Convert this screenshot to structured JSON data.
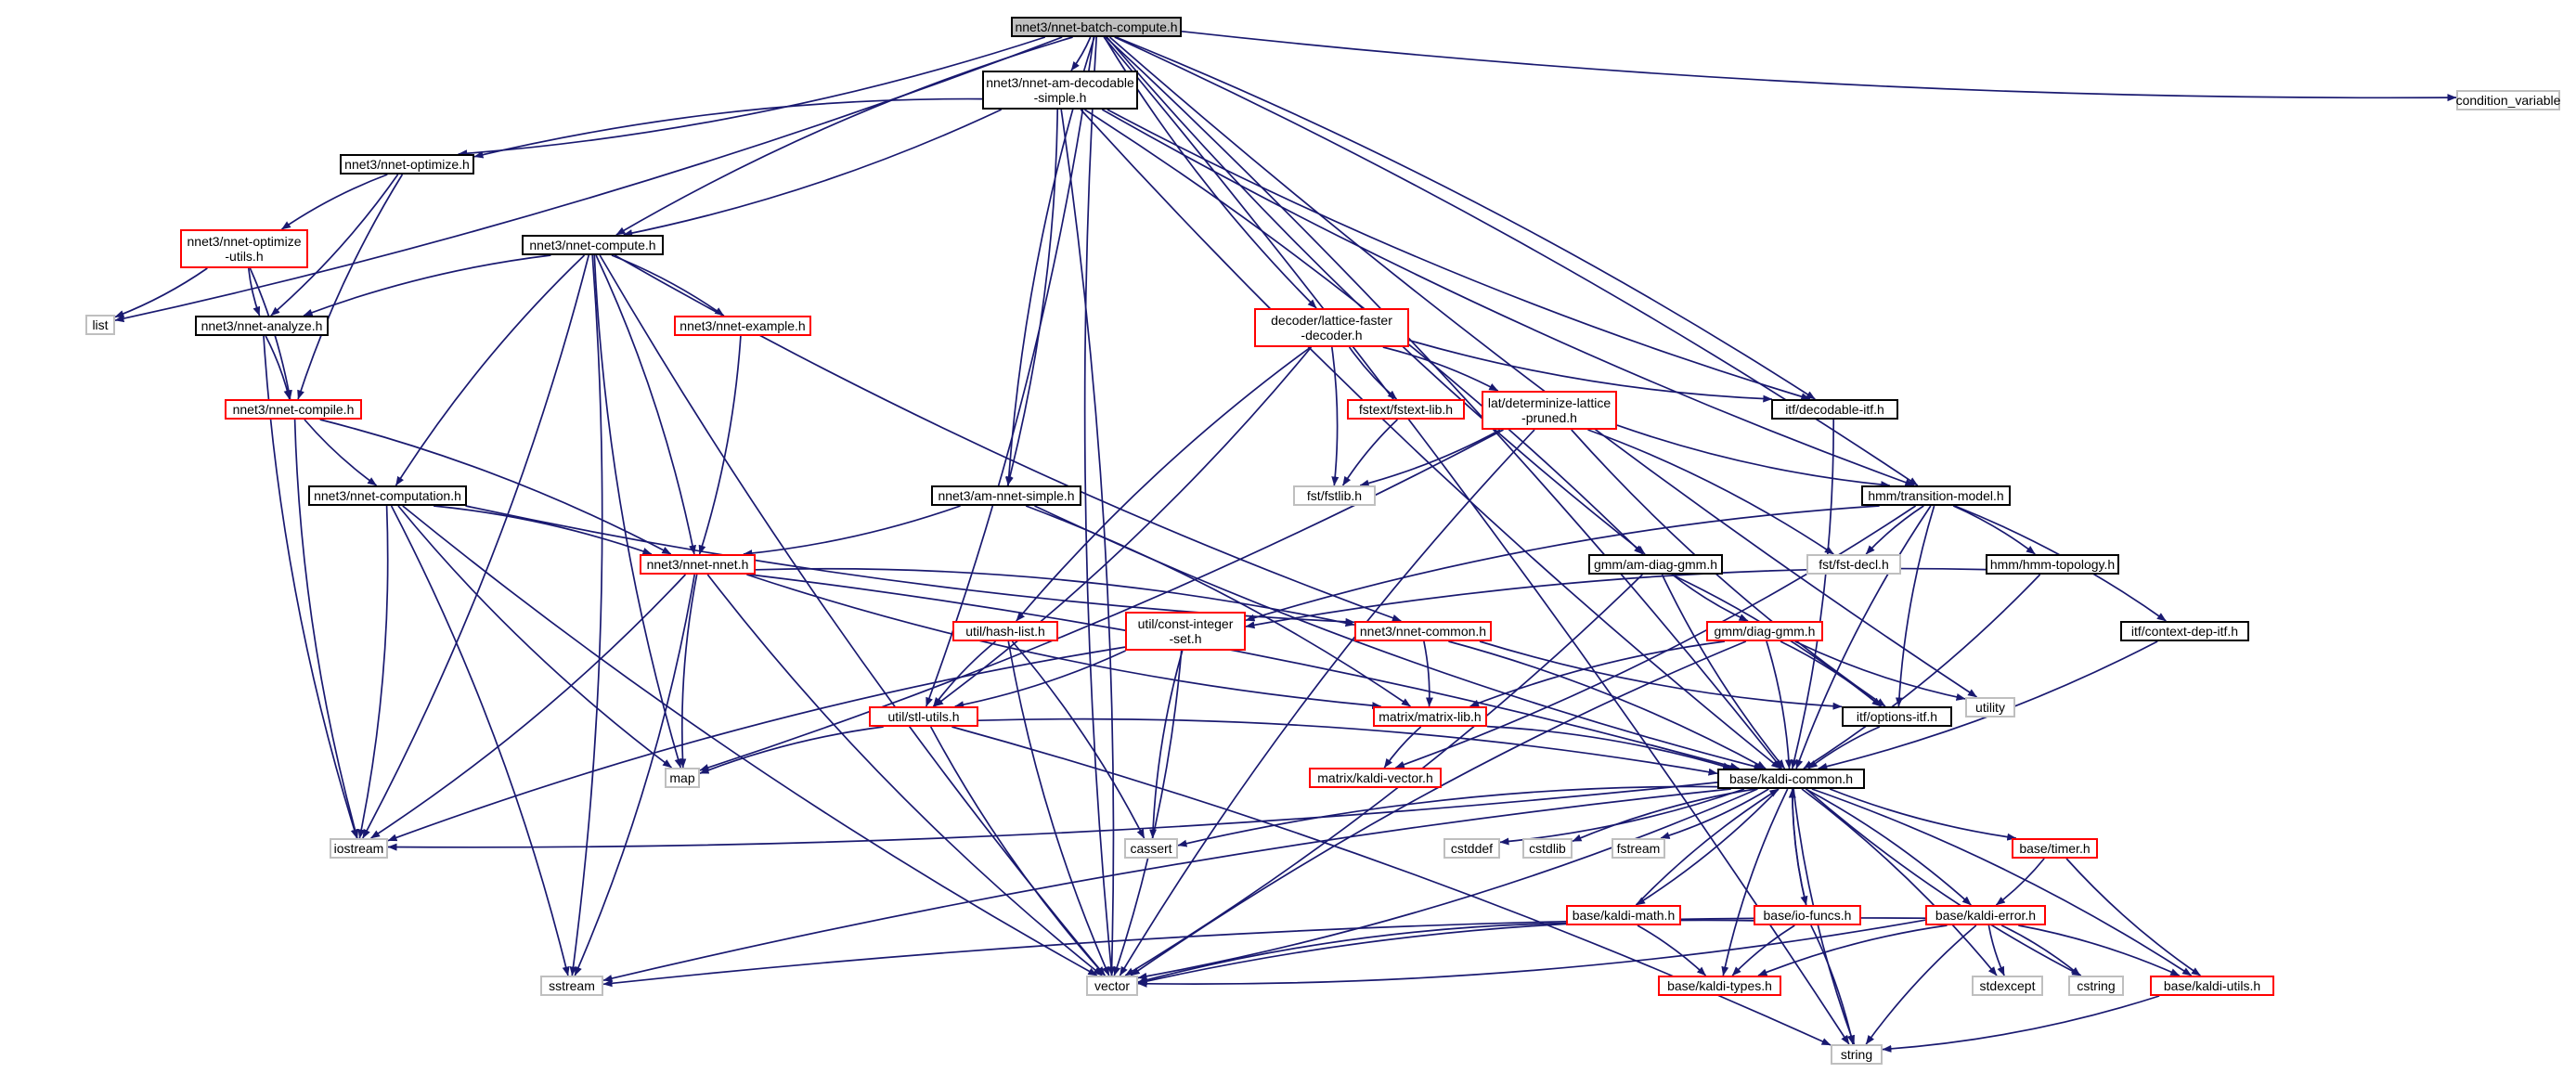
{
  "colors": {
    "edge": "#191970",
    "root_fill": "#bfbfbf",
    "root_border": "#000000",
    "normal_border": "#000000",
    "incomplete_border": "#ff0000",
    "system_border": "#bfbfbf",
    "text": "#000000"
  },
  "nodes": [
    {
      "id": "root",
      "label": [
        "nnet3/nnet-batch-compute.h"
      ],
      "kind": "root"
    },
    {
      "id": "amdec",
      "label": [
        "nnet3/nnet-am-decodable",
        "-simple.h"
      ],
      "kind": "normal"
    },
    {
      "id": "condvar",
      "label": [
        "condition_variable"
      ],
      "kind": "system"
    },
    {
      "id": "optimize",
      "label": [
        "nnet3/nnet-optimize.h"
      ],
      "kind": "normal"
    },
    {
      "id": "optutils",
      "label": [
        "nnet3/nnet-optimize",
        "-utils.h"
      ],
      "kind": "incomplete"
    },
    {
      "id": "compute",
      "label": [
        "nnet3/nnet-compute.h"
      ],
      "kind": "normal"
    },
    {
      "id": "list",
      "label": [
        "list"
      ],
      "kind": "system"
    },
    {
      "id": "analyze",
      "label": [
        "nnet3/nnet-analyze.h"
      ],
      "kind": "normal"
    },
    {
      "id": "example",
      "label": [
        "nnet3/nnet-example.h"
      ],
      "kind": "incomplete"
    },
    {
      "id": "latfaster",
      "label": [
        "decoder/lattice-faster",
        "-decoder.h"
      ],
      "kind": "incomplete"
    },
    {
      "id": "fstextlib",
      "label": [
        "fstext/fstext-lib.h"
      ],
      "kind": "incomplete"
    },
    {
      "id": "detlat",
      "label": [
        "lat/determinize-lattice",
        "-pruned.h"
      ],
      "kind": "incomplete"
    },
    {
      "id": "decitf",
      "label": [
        "itf/decodable-itf.h"
      ],
      "kind": "normal"
    },
    {
      "id": "compile",
      "label": [
        "nnet3/nnet-compile.h"
      ],
      "kind": "incomplete"
    },
    {
      "id": "computation",
      "label": [
        "nnet3/nnet-computation.h"
      ],
      "kind": "normal"
    },
    {
      "id": "amsimple",
      "label": [
        "nnet3/am-nnet-simple.h"
      ],
      "kind": "normal"
    },
    {
      "id": "fstlib",
      "label": [
        "fst/fstlib.h"
      ],
      "kind": "system"
    },
    {
      "id": "transmodel",
      "label": [
        "hmm/transition-model.h"
      ],
      "kind": "normal"
    },
    {
      "id": "nnet",
      "label": [
        "nnet3/nnet-nnet.h"
      ],
      "kind": "incomplete"
    },
    {
      "id": "amdiag",
      "label": [
        "gmm/am-diag-gmm.h"
      ],
      "kind": "normal"
    },
    {
      "id": "fstdecl",
      "label": [
        "fst/fst-decl.h"
      ],
      "kind": "system"
    },
    {
      "id": "topology",
      "label": [
        "hmm/hmm-topology.h"
      ],
      "kind": "normal"
    },
    {
      "id": "hashlist",
      "label": [
        "util/hash-list.h"
      ],
      "kind": "incomplete"
    },
    {
      "id": "constint",
      "label": [
        "util/const-integer",
        "-set.h"
      ],
      "kind": "incomplete"
    },
    {
      "id": "common",
      "label": [
        "nnet3/nnet-common.h"
      ],
      "kind": "incomplete"
    },
    {
      "id": "diaggmm",
      "label": [
        "gmm/diag-gmm.h"
      ],
      "kind": "incomplete"
    },
    {
      "id": "ctxdep",
      "label": [
        "itf/context-dep-itf.h"
      ],
      "kind": "normal"
    },
    {
      "id": "stlutils",
      "label": [
        "util/stl-utils.h"
      ],
      "kind": "incomplete"
    },
    {
      "id": "matrixlib",
      "label": [
        "matrix/matrix-lib.h"
      ],
      "kind": "incomplete"
    },
    {
      "id": "utility",
      "label": [
        "utility"
      ],
      "kind": "system"
    },
    {
      "id": "optionsitf",
      "label": [
        "itf/options-itf.h"
      ],
      "kind": "normal"
    },
    {
      "id": "map",
      "label": [
        "map"
      ],
      "kind": "system"
    },
    {
      "id": "kaldivector",
      "label": [
        "matrix/kaldi-vector.h"
      ],
      "kind": "incomplete"
    },
    {
      "id": "kaldicommon",
      "label": [
        "base/kaldi-common.h"
      ],
      "kind": "normal"
    },
    {
      "id": "iostream",
      "label": [
        "iostream"
      ],
      "kind": "system"
    },
    {
      "id": "cassert",
      "label": [
        "cassert"
      ],
      "kind": "system"
    },
    {
      "id": "cstddef",
      "label": [
        "cstddef"
      ],
      "kind": "system"
    },
    {
      "id": "cstdlib",
      "label": [
        "cstdlib"
      ],
      "kind": "system"
    },
    {
      "id": "fstream",
      "label": [
        "fstream"
      ],
      "kind": "system"
    },
    {
      "id": "timer",
      "label": [
        "base/timer.h"
      ],
      "kind": "incomplete"
    },
    {
      "id": "kaldimath",
      "label": [
        "base/kaldi-math.h"
      ],
      "kind": "incomplete"
    },
    {
      "id": "iofuncs",
      "label": [
        "base/io-funcs.h"
      ],
      "kind": "incomplete"
    },
    {
      "id": "kaldierror",
      "label": [
        "base/kaldi-error.h"
      ],
      "kind": "incomplete"
    },
    {
      "id": "sstream",
      "label": [
        "sstream"
      ],
      "kind": "system"
    },
    {
      "id": "vector",
      "label": [
        "vector"
      ],
      "kind": "system"
    },
    {
      "id": "kalditypes",
      "label": [
        "base/kaldi-types.h"
      ],
      "kind": "incomplete"
    },
    {
      "id": "stdexcept",
      "label": [
        "stdexcept"
      ],
      "kind": "system"
    },
    {
      "id": "cstring",
      "label": [
        "cstring"
      ],
      "kind": "system"
    },
    {
      "id": "kaldiutils",
      "label": [
        "base/kaldi-utils.h"
      ],
      "kind": "incomplete"
    },
    {
      "id": "string",
      "label": [
        "string"
      ],
      "kind": "system"
    }
  ],
  "edges": [
    [
      "root",
      "amdec"
    ],
    [
      "root",
      "condvar"
    ],
    [
      "root",
      "optimize"
    ],
    [
      "root",
      "compute"
    ],
    [
      "root",
      "list"
    ],
    [
      "root",
      "latfaster"
    ],
    [
      "root",
      "decitf"
    ],
    [
      "root",
      "amsimple"
    ],
    [
      "root",
      "transmodel"
    ],
    [
      "root",
      "amdiag"
    ],
    [
      "root",
      "stlutils"
    ],
    [
      "root",
      "utility"
    ],
    [
      "root",
      "kaldicommon"
    ],
    [
      "root",
      "vector"
    ],
    [
      "root",
      "string"
    ],
    [
      "amdec",
      "optimize"
    ],
    [
      "amdec",
      "compute"
    ],
    [
      "amdec",
      "decitf"
    ],
    [
      "amdec",
      "amsimple"
    ],
    [
      "amdec",
      "transmodel"
    ],
    [
      "amdec",
      "amdiag"
    ],
    [
      "amdec",
      "kaldicommon"
    ],
    [
      "amdec",
      "vector"
    ],
    [
      "optimize",
      "optutils"
    ],
    [
      "optimize",
      "analyze"
    ],
    [
      "optimize",
      "compile"
    ],
    [
      "optutils",
      "list"
    ],
    [
      "optutils",
      "analyze"
    ],
    [
      "optutils",
      "compile"
    ],
    [
      "compute",
      "analyze"
    ],
    [
      "compute",
      "example"
    ],
    [
      "compute",
      "computation"
    ],
    [
      "compute",
      "nnet"
    ],
    [
      "compute",
      "common"
    ],
    [
      "compute",
      "iostream"
    ],
    [
      "compute",
      "map"
    ],
    [
      "compute",
      "sstream"
    ],
    [
      "compute",
      "vector"
    ],
    [
      "analyze",
      "compile"
    ],
    [
      "analyze",
      "iostream"
    ],
    [
      "example",
      "nnet"
    ],
    [
      "latfaster",
      "fstextlib"
    ],
    [
      "latfaster",
      "detlat"
    ],
    [
      "latfaster",
      "decitf"
    ],
    [
      "latfaster",
      "fstlib"
    ],
    [
      "latfaster",
      "hashlist"
    ],
    [
      "latfaster",
      "stlutils"
    ],
    [
      "fstextlib",
      "fstlib"
    ],
    [
      "detlat",
      "fstlib"
    ],
    [
      "detlat",
      "transmodel"
    ],
    [
      "detlat",
      "fstdecl"
    ],
    [
      "detlat",
      "optionsitf"
    ],
    [
      "detlat",
      "map"
    ],
    [
      "detlat",
      "vector"
    ],
    [
      "decitf",
      "kaldicommon"
    ],
    [
      "compile",
      "computation"
    ],
    [
      "compile",
      "nnet"
    ],
    [
      "compile",
      "iostream"
    ],
    [
      "computation",
      "nnet"
    ],
    [
      "computation",
      "common"
    ],
    [
      "computation",
      "iostream"
    ],
    [
      "computation",
      "map"
    ],
    [
      "computation",
      "sstream"
    ],
    [
      "computation",
      "vector"
    ],
    [
      "amsimple",
      "nnet"
    ],
    [
      "amsimple",
      "kaldicommon"
    ],
    [
      "amsimple",
      "matrixlib"
    ],
    [
      "transmodel",
      "fstdecl"
    ],
    [
      "transmodel",
      "topology"
    ],
    [
      "transmodel",
      "constint"
    ],
    [
      "transmodel",
      "ctxdep"
    ],
    [
      "transmodel",
      "optionsitf"
    ],
    [
      "transmodel",
      "kaldivector"
    ],
    [
      "transmodel",
      "kaldicommon"
    ],
    [
      "nnet",
      "common"
    ],
    [
      "nnet",
      "matrixlib"
    ],
    [
      "nnet",
      "iostream"
    ],
    [
      "nnet",
      "map"
    ],
    [
      "nnet",
      "sstream"
    ],
    [
      "nnet",
      "vector"
    ],
    [
      "nnet",
      "kaldicommon"
    ],
    [
      "amdiag",
      "diaggmm"
    ],
    [
      "amdiag",
      "optionsitf"
    ],
    [
      "amdiag",
      "kaldicommon"
    ],
    [
      "amdiag",
      "vector"
    ],
    [
      "topology",
      "constint"
    ],
    [
      "topology",
      "kaldicommon"
    ],
    [
      "hashlist",
      "stlutils"
    ],
    [
      "hashlist",
      "cassert"
    ],
    [
      "hashlist",
      "vector"
    ],
    [
      "constint",
      "stlutils"
    ],
    [
      "constint",
      "cassert"
    ],
    [
      "constint",
      "vector"
    ],
    [
      "constint",
      "iostream"
    ],
    [
      "common",
      "matrixlib"
    ],
    [
      "common",
      "optionsitf"
    ],
    [
      "common",
      "kaldicommon"
    ],
    [
      "diaggmm",
      "matrixlib"
    ],
    [
      "diaggmm",
      "optionsitf"
    ],
    [
      "diaggmm",
      "utility"
    ],
    [
      "diaggmm",
      "kaldicommon"
    ],
    [
      "diaggmm",
      "vector"
    ],
    [
      "ctxdep",
      "kaldicommon"
    ],
    [
      "stlutils",
      "map"
    ],
    [
      "stlutils",
      "kaldicommon"
    ],
    [
      "stlutils",
      "vector"
    ],
    [
      "stlutils",
      "string"
    ],
    [
      "matrixlib",
      "kaldivector"
    ],
    [
      "matrixlib",
      "kaldicommon"
    ],
    [
      "optionsitf",
      "kaldicommon"
    ],
    [
      "kaldicommon",
      "iostream"
    ],
    [
      "kaldicommon",
      "cassert"
    ],
    [
      "kaldicommon",
      "cstddef"
    ],
    [
      "kaldicommon",
      "cstdlib"
    ],
    [
      "kaldicommon",
      "fstream"
    ],
    [
      "kaldicommon",
      "timer"
    ],
    [
      "kaldicommon",
      "kaldimath"
    ],
    [
      "kaldicommon",
      "iofuncs"
    ],
    [
      "kaldicommon",
      "kaldierror"
    ],
    [
      "kaldicommon",
      "sstream"
    ],
    [
      "kaldicommon",
      "vector"
    ],
    [
      "kaldicommon",
      "kalditypes"
    ],
    [
      "kaldicommon",
      "stdexcept"
    ],
    [
      "kaldicommon",
      "cstring"
    ],
    [
      "kaldicommon",
      "kaldiutils"
    ],
    [
      "kaldicommon",
      "string"
    ],
    [
      "timer",
      "kaldierror"
    ],
    [
      "timer",
      "kaldiutils"
    ],
    [
      "kaldimath",
      "kalditypes"
    ],
    [
      "kaldimath",
      "vector"
    ],
    [
      "kaldimath",
      "kaldicommon"
    ],
    [
      "iofuncs",
      "kalditypes"
    ],
    [
      "iofuncs",
      "string"
    ],
    [
      "iofuncs",
      "vector"
    ],
    [
      "iofuncs",
      "kaldicommon"
    ],
    [
      "kaldierror",
      "kalditypes"
    ],
    [
      "kaldierror",
      "kaldiutils"
    ],
    [
      "kaldierror",
      "sstream"
    ],
    [
      "kaldierror",
      "vector"
    ],
    [
      "kaldierror",
      "stdexcept"
    ],
    [
      "kaldierror",
      "cstring"
    ],
    [
      "kaldierror",
      "string"
    ],
    [
      "kaldiutils",
      "string"
    ]
  ]
}
